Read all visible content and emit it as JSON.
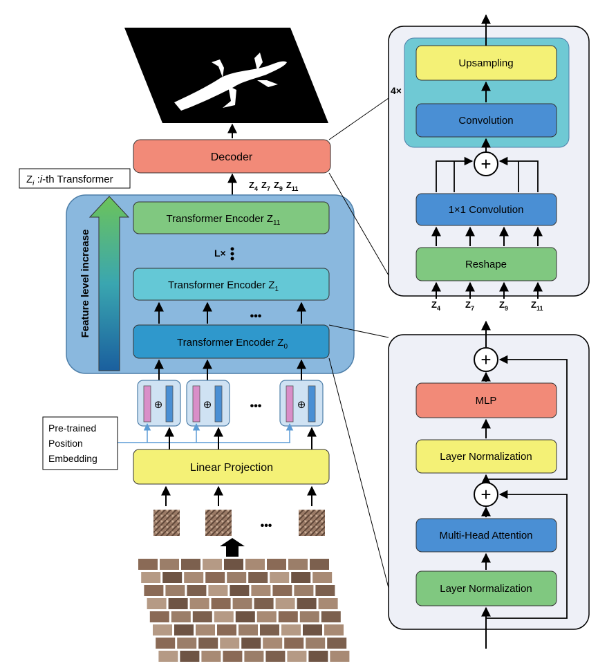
{
  "colors": {
    "decoder": "#f28a78",
    "encoder_top": "#80c880",
    "encoder_mid": "#64c8d6",
    "encoder_bottom": "#2f98cc",
    "linear_projection": "#f4f176",
    "panel_bg": "#eef0f7",
    "stack_bg": "#8ab8de",
    "upsample_block_bg": "#6fc9d4",
    "arrow_green": "#5cb85c",
    "arrow_blue": "#1a5f9e",
    "embedding_line": "#5b9bd5",
    "pink_bar": "#d98ec8",
    "blue_bar": "#4a8fd4"
  },
  "legend": {
    "z_label": "Z",
    "z_sub": "i",
    "z_rest_1": " :",
    "z_italic_i": "i",
    "z_rest_2": "-th Transformer"
  },
  "decoder": {
    "label": "Decoder"
  },
  "decoder_inputs": [
    {
      "base": "Z",
      "sub": "4"
    },
    {
      "base": "Z",
      "sub": "7"
    },
    {
      "base": "Z",
      "sub": "9"
    },
    {
      "base": "Z",
      "sub": "11"
    }
  ],
  "encoder_stack": {
    "top": {
      "label": "Transformer Encoder Z",
      "sub": "11"
    },
    "repeat": "L×",
    "mid": {
      "label": "Transformer Encoder Z",
      "sub": "1"
    },
    "bottom": {
      "label": "Transformer Encoder Z",
      "sub": "0"
    },
    "ellipsis": "•••",
    "side_label": "Feature level increase"
  },
  "tokens": {
    "plus": "⊕",
    "ellipsis": "•••"
  },
  "position_embedding": {
    "line1": "Pre-trained",
    "line2": "Position",
    "line3": "Embedding"
  },
  "linear_projection": {
    "label": "Linear Projection"
  },
  "patches": {
    "ellipsis": "•••"
  },
  "decoder_detail": {
    "repeat": "4×",
    "upsampling": "Upsampling",
    "convolution": "Convolution",
    "plus": "+",
    "conv1x1": "1×1 Convolution",
    "reshape": "Reshape",
    "inputs": [
      {
        "base": "Z",
        "sub": "4"
      },
      {
        "base": "Z",
        "sub": "7"
      },
      {
        "base": "Z",
        "sub": "9"
      },
      {
        "base": "Z",
        "sub": "11"
      }
    ]
  },
  "encoder_detail": {
    "plus": "+",
    "mlp": "MLP",
    "layer_norm_top": "Layer Normalization",
    "attention": "Multi-Head Attention",
    "layer_norm_bottom": "Layer Normalization"
  }
}
